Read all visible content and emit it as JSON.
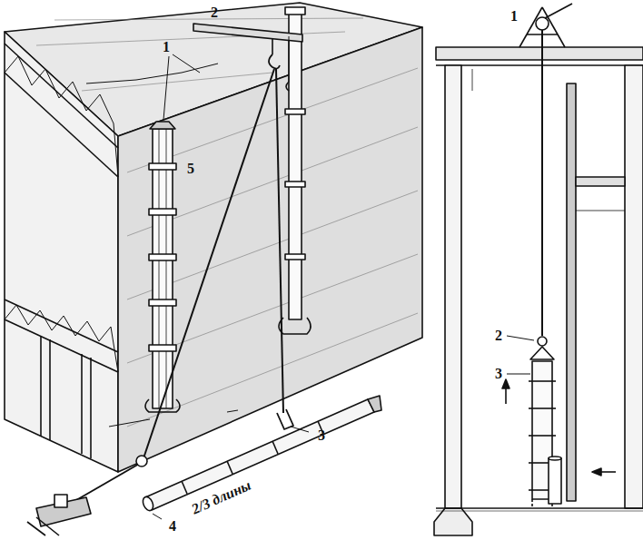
{
  "diagram": {
    "labels": [
      "1",
      "2",
      "5",
      "3",
      "4",
      "2/3 длины",
      "1",
      "2",
      "3"
    ]
  }
}
